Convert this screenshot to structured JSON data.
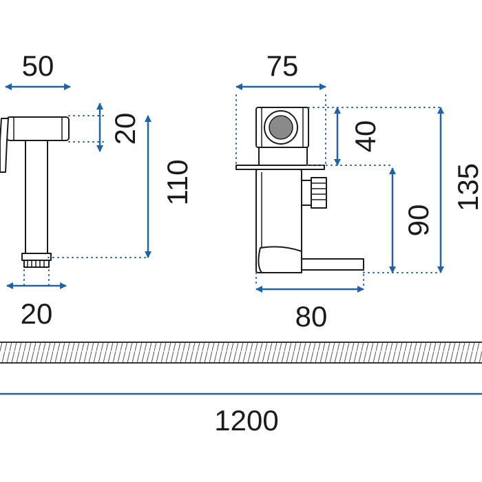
{
  "colors": {
    "dimension": "#1e63a8",
    "outline": "#1a1a1a",
    "background": "#ffffff"
  },
  "dimensions": {
    "sprayer_width": "50",
    "sprayer_head_height": "20",
    "sprayer_total_height": "110",
    "sprayer_thread": "20",
    "valve_width": "75",
    "valve_body_height": "40",
    "valve_outlet_height": "90",
    "valve_total_height": "135",
    "valve_depth": "80",
    "hose_length": "1200"
  }
}
